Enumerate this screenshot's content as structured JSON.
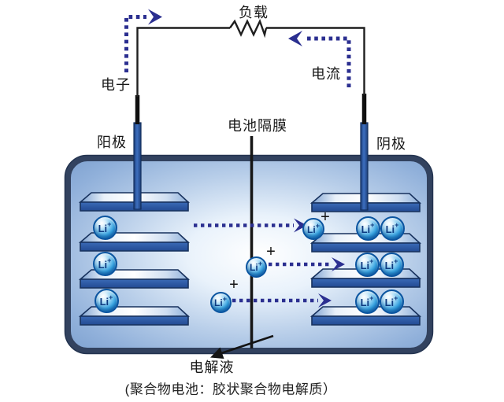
{
  "diagram": {
    "type": "battery-discharge-schematic",
    "caption": "(聚合物电池：胶状聚合物电解质）",
    "labels": {
      "load": "负载",
      "electron": "电子",
      "current": "电流",
      "anode": "阳极",
      "cathode": "阴极",
      "separator": "电池隔膜",
      "electrolyte": "电解液"
    },
    "ion": {
      "symbol": "Li",
      "charge": "+",
      "free_charge": "+"
    },
    "colors": {
      "arrow_blue": "#2b2f90",
      "wire_black": "#1f1f1f",
      "battery_border": "#32425f",
      "plate_front": "#2a55a3",
      "electrode_rod": "#2e5dab",
      "ion_body": "#36a4e2"
    }
  }
}
